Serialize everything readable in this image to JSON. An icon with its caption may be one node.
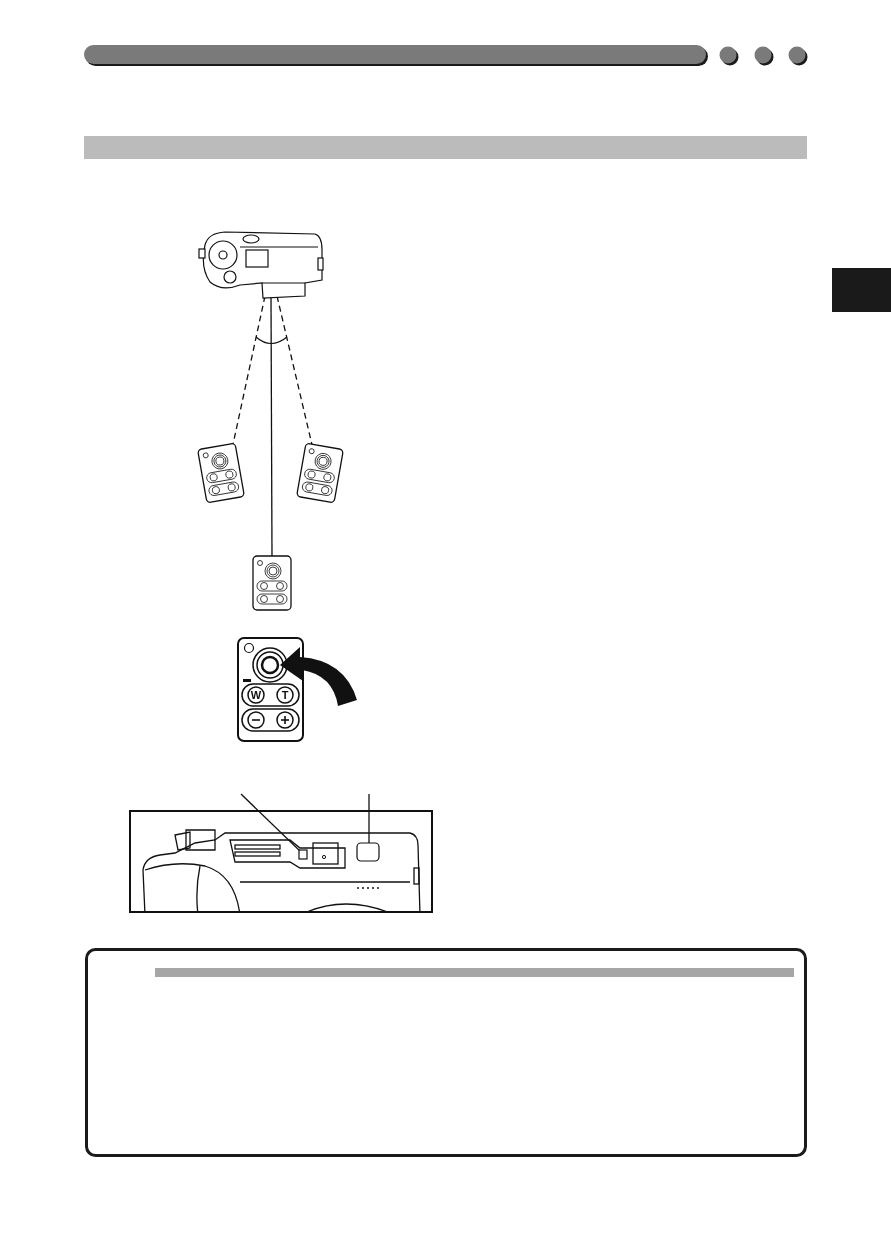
{
  "diagram": {
    "nodes": [
      {
        "text": [],
        "shape": "bar"
      },
      {
        "text": [],
        "shape": "picture"
      },
      {
        "text": [],
        "shape": "picture"
      },
      {
        "text": [],
        "shape": "picture"
      },
      {
        "text": [],
        "shape": "picture"
      },
      {
        "text": [],
        "shape": "box"
      },
      {
        "text": [],
        "shape": "box"
      }
    ],
    "edges": [
      {
        "from": 1,
        "to": 2,
        "arrow": "none",
        "style": "dashed"
      },
      {
        "from": 1,
        "to": 3,
        "arrow": "none",
        "style": "dashed"
      },
      {
        "from": 1,
        "to": 4,
        "arrow": "none"
      },
      {
        "from": null,
        "to": 5,
        "arrow": "none"
      },
      {
        "from": null,
        "to": 6,
        "arrow": "none"
      }
    ],
    "labels": [
      "W",
      "T"
    ]
  }
}
